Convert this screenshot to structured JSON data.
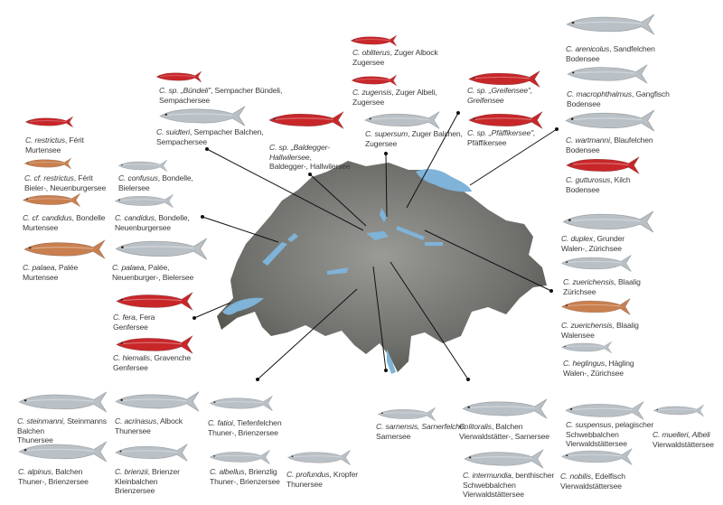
{
  "colors": {
    "red": "#c8272a",
    "orange": "#c97f4f",
    "gray": "#b9c0c6",
    "map": "#8a8a86",
    "lake": "#7fb3d8",
    "line": "#111111"
  },
  "items": [
    {
      "species": "C. restrictus",
      "name": ", Férit",
      "lines": [
        "Murtensee"
      ],
      "color": "red"
    },
    {
      "species": "C. cf. restrictus",
      "name": ", Férit",
      "lines": [
        "Bieler-, Neuenburgersee"
      ],
      "color": "orange"
    },
    {
      "species": "C. cf. candidus",
      "name": ", Bondelle",
      "lines": [
        "Murtensee"
      ],
      "color": "orange"
    },
    {
      "species": "C. palaea",
      "name": ", Palée",
      "lines": [
        "Murtensee"
      ],
      "color": "orange"
    },
    {
      "species": "C. confusus",
      "name": ", Bondelle,",
      "lines": [
        "Bielersee"
      ],
      "color": "gray"
    },
    {
      "species": "C. candidus",
      "name": ", Bondelle,",
      "lines": [
        "Neuenburgersee"
      ],
      "color": "gray"
    },
    {
      "species": "C. palaea",
      "name": ", Palée,",
      "lines": [
        "Neuenburger-, Bielersee"
      ],
      "color": "gray"
    },
    {
      "species": "C. sp. „Bündeli\"",
      "name": ", Sempacher Bündeli,",
      "lines": [
        "Sempachersee"
      ],
      "color": "red"
    },
    {
      "species": "C. suidteri",
      "name": ", Sempacher Balchen,",
      "lines": [
        "Sempachersee"
      ],
      "color": "gray"
    },
    {
      "species": "C. sp. „Baldegger-",
      "name": "",
      "lines": [
        "Hallwilersee,",
        "Baldegger-, Hallwilersee"
      ],
      "color": "red"
    },
    {
      "species": "C. obliterus",
      "name": ", Zuger Albock",
      "lines": [
        "Zugersee"
      ],
      "color": "red"
    },
    {
      "species": "C. zugensis",
      "name": ", Zuger Albeli,",
      "lines": [
        "Zugersee"
      ],
      "color": "red"
    },
    {
      "species": "C. supersum",
      "name": ", Zuger Balchen,",
      "lines": [
        "Zugersee"
      ],
      "color": "gray"
    },
    {
      "species": "C. sp. „Greifensee\",",
      "name": "",
      "lines": [
        "Greifensee"
      ],
      "color": "red"
    },
    {
      "species": "C. sp. „Pfäffikersee\",",
      "name": "",
      "lines": [
        "Pfäffikersee"
      ],
      "color": "red"
    },
    {
      "species": "C. arenicolus",
      "name": ", Sandfelchen",
      "lines": [
        "Bodensee"
      ],
      "color": "gray"
    },
    {
      "species": "C. macrophthalmus",
      "name": ", Gangfisch",
      "lines": [
        "Bodensee"
      ],
      "color": "gray"
    },
    {
      "species": "C. wartmanni",
      "name": ", Blaufelchen",
      "lines": [
        "Bodensee"
      ],
      "color": "gray"
    },
    {
      "species": "C. gutturosus",
      "name": ", Kilch",
      "lines": [
        "Bodensee"
      ],
      "color": "red"
    },
    {
      "species": "C. duplex",
      "name": ", Grunder",
      "lines": [
        "Walen-, Zürichsee"
      ],
      "color": "gray"
    },
    {
      "species": "C. zuerichensis",
      "name": ", Blaalig",
      "lines": [
        "Zürichsee"
      ],
      "color": "gray"
    },
    {
      "species": "C. zuerichensis",
      "name": ", Blaalig",
      "lines": [
        "Walensee"
      ],
      "color": "orange"
    },
    {
      "species": "C. heglingus",
      "name": ", Hägling",
      "lines": [
        "Walen-, Zürichsee"
      ],
      "color": "gray"
    },
    {
      "species": "C. fera",
      "name": ", Fera",
      "lines": [
        "Genfersee"
      ],
      "color": "red"
    },
    {
      "species": "C. hiemalis",
      "name": ", Gravenche",
      "lines": [
        "Genfersee"
      ],
      "color": "red"
    },
    {
      "species": "C. steinmanni",
      "name": ", Steinmanns",
      "lines": [
        "Balchen",
        "Thunersee"
      ],
      "color": "gray"
    },
    {
      "species": "C. acrinasus",
      "name": ", Albock",
      "lines": [
        "Thunersee"
      ],
      "color": "gray"
    },
    {
      "species": "C. fatioi",
      "name": ", Tiefenfelchen",
      "lines": [
        "Thuner-, Brienzersee"
      ],
      "color": "gray"
    },
    {
      "species": "C. alpinus",
      "name": ", Balchen",
      "lines": [
        "Thuner-, Brienzersee"
      ],
      "color": "gray"
    },
    {
      "species": "C. brienzii",
      "name": ", Brienzer",
      "lines": [
        "Kleinbalchen",
        "Brienzersee"
      ],
      "color": "gray"
    },
    {
      "species": "C. albellus",
      "name": ", Brienzlig",
      "lines": [
        "Thuner-, Brienzersee"
      ],
      "color": "gray"
    },
    {
      "species": "C. profundus",
      "name": ", Kropfer",
      "lines": [
        "Thunersee"
      ],
      "color": "gray"
    },
    {
      "species": "C. sarnensis, Sarnerfelchen",
      "name": "",
      "lines": [
        "Sarnersee"
      ],
      "color": "gray"
    },
    {
      "species": "C. litoralis",
      "name": ", Balchen",
      "lines": [
        "Vierwaldstätter-, Sarnersee"
      ],
      "color": "gray"
    },
    {
      "species": "C. suspensus",
      "name": ", pelagischer",
      "lines": [
        "Schwebbalchen",
        "Vierwaldstättersee"
      ],
      "color": "gray"
    },
    {
      "species": "C. muelleri, Albeli",
      "name": "",
      "lines": [
        "Vierwaldstättersee"
      ],
      "color": "gray"
    },
    {
      "species": "C. intermundia",
      "name": ", benthischer",
      "lines": [
        "Schwebbalchen",
        "Vierwaldstättersee"
      ],
      "color": "gray"
    },
    {
      "species": "C. nobilis",
      "name": ", Edelfisch",
      "lines": [
        "Vierwaldstättersee"
      ],
      "color": "gray"
    }
  ]
}
